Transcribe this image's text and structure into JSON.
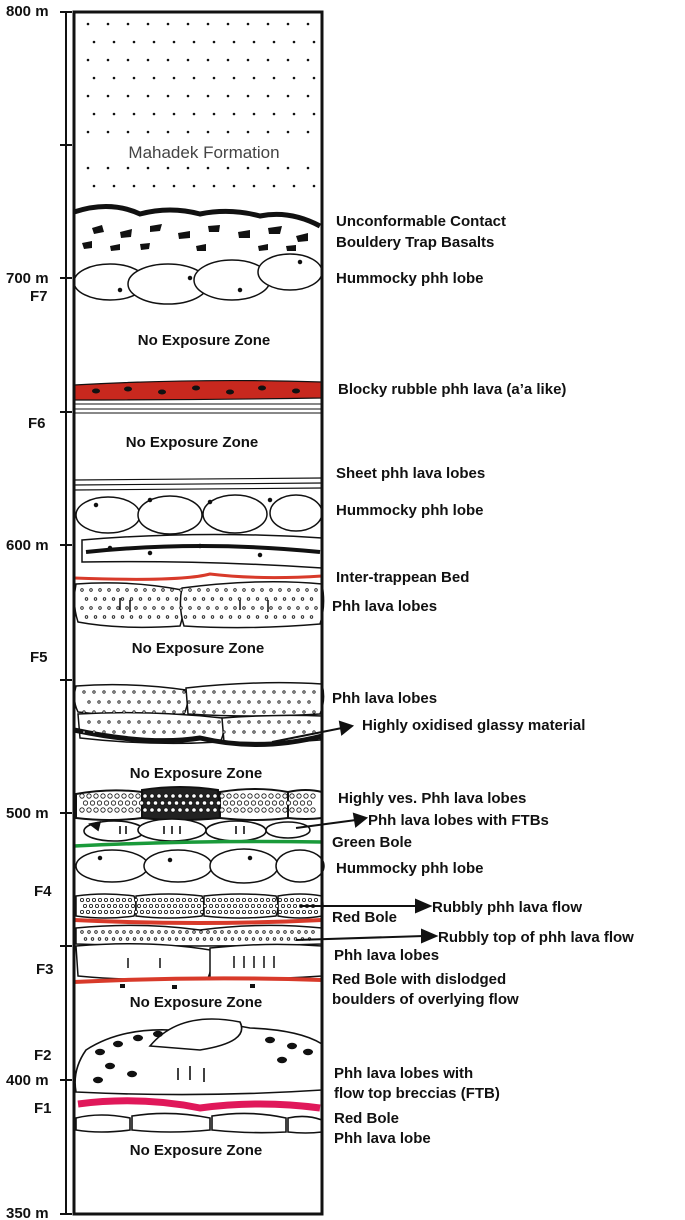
{
  "axis": {
    "ticks": [
      "800 m",
      "700 m",
      "600 m",
      "500 m",
      "400 m",
      "350 m"
    ]
  },
  "flows": [
    "F7",
    "F6",
    "F5",
    "F4",
    "F3",
    "F2",
    "F1"
  ],
  "column_text": {
    "mahadek": "Mahadek Formation",
    "no_exposure": "No Exposure Zone"
  },
  "annotations": [
    "Unconformable Contact",
    "Bouldery Trap Basalts",
    "Hummocky phh lobe",
    "Blocky rubble phh lava (a’a like)",
    "Sheet phh lava lobes",
    "Hummocky phh lobe",
    "Inter-trappean Bed",
    "Phh lava lobes",
    "Phh lava lobes",
    "Highly oxidised glassy material",
    "Highly ves. Phh lava lobes",
    "Phh lava lobes with FTBs",
    "Green Bole",
    "Hummocky phh lobe",
    "Rubbly phh lava flow",
    "Red Bole",
    "Rubbly top of  phh lava flow",
    "Phh lava lobes",
    "Red Bole with dislodged",
    "boulders of overlying flow",
    "Phh lava lobes with",
    "flow top breccias (FTB)",
    "Red Bole",
    "Phh lava lobe"
  ],
  "colors": {
    "red_bole": "#d83a2a",
    "red_bole_f1": "#e0185a",
    "green_bole": "#1a9a3a",
    "blocky_rubble": "#c8281e",
    "line": "#111111"
  }
}
